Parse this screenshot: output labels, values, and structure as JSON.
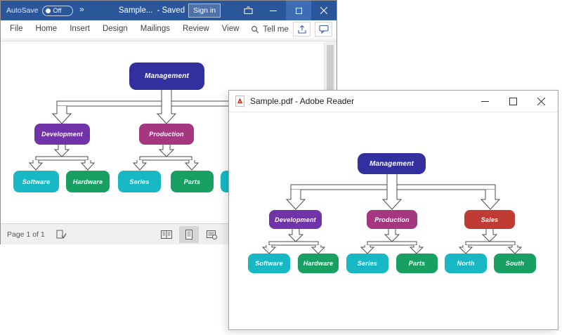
{
  "word_window": {
    "title_bar": {
      "autosave_label": "AutoSave",
      "autosave_state": "Off",
      "qat_overflow_glyph": "»",
      "document_title": "Sample...",
      "save_status": "- Saved",
      "sign_in_label": "Sign in"
    },
    "menu_bar": {
      "tabs": [
        "File",
        "Home",
        "Insert",
        "Design",
        "Mailings",
        "Review",
        "View"
      ],
      "tell_me_label": "Tell me"
    },
    "status_bar": {
      "page_indicator": "Page 1 of 1"
    },
    "colors": {
      "title_bar": "#2b579a",
      "maximize_highlight": "#3e6db5"
    }
  },
  "pdf_window": {
    "title_bar": {
      "title": "Sample.pdf - Adobe Reader"
    }
  },
  "org_chart": {
    "type": "org-chart-diagram",
    "root": {
      "label": "Management",
      "color": "#32309F"
    },
    "groups": [
      {
        "label": "Development",
        "color": "#7133A8",
        "children": [
          {
            "label": "Software",
            "color": "#17B8C4"
          },
          {
            "label": "Hardware",
            "color": "#17A062"
          }
        ]
      },
      {
        "label": "Production",
        "color": "#A53780",
        "children": [
          {
            "label": "Series",
            "color": "#17B8C4"
          },
          {
            "label": "Parts",
            "color": "#17A062"
          }
        ]
      },
      {
        "label": "Sales",
        "color": "#BF3B33",
        "children": [
          {
            "label": "North",
            "color": "#17B8C4"
          },
          {
            "label": "South",
            "color": "#17A062"
          }
        ]
      }
    ]
  },
  "icons": {
    "word_titlebar": [
      "ribbon-display-options-icon",
      "minimize-icon",
      "maximize-icon",
      "close-icon"
    ],
    "menu": [
      "search-icon",
      "share-icon",
      "comment-icon"
    ],
    "status": [
      "proofing-check-icon",
      "read-mode-icon",
      "print-layout-icon",
      "web-layout-icon"
    ],
    "pdf": [
      "pdf-file-icon",
      "minimize-icon",
      "maximize-icon",
      "close-icon"
    ]
  }
}
